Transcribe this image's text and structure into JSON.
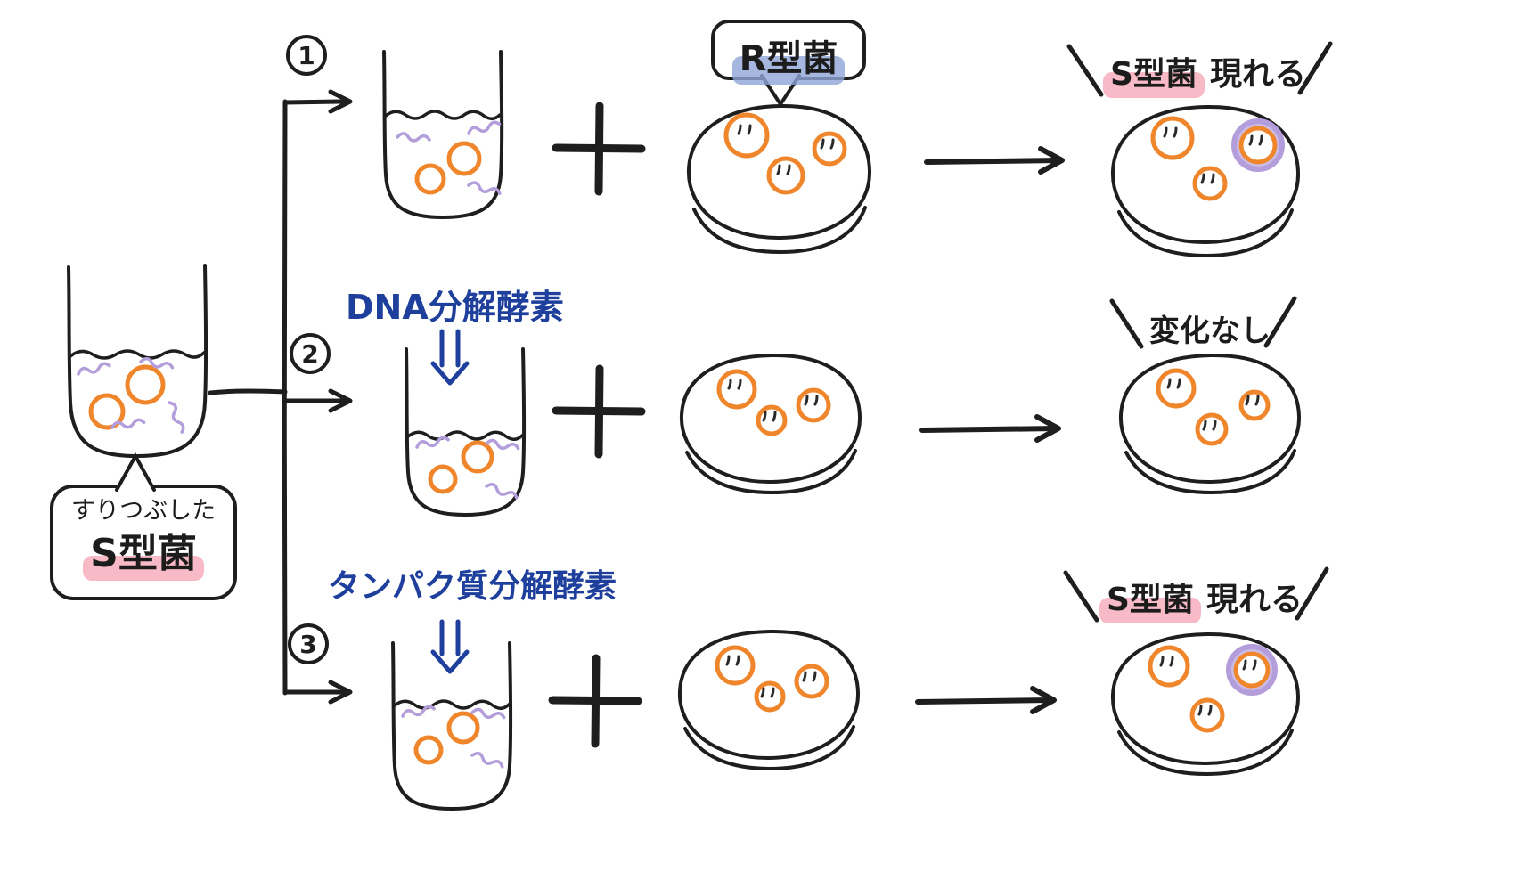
{
  "source_bubble": {
    "line1": "すりつぶした",
    "line2": "S型菌"
  },
  "branch_numbers": [
    "1",
    "2",
    "3"
  ],
  "labels": {
    "plate": "R型菌",
    "dna_enzyme": "DNA分解酵素",
    "protein_enzyme": "タンパク質分解酵素"
  },
  "results": {
    "branch1": {
      "highlight": "S型菌",
      "rest": "現れる"
    },
    "branch2": {
      "text": "変化なし"
    },
    "branch3": {
      "highlight": "S型菌",
      "rest": "現れる"
    }
  },
  "icons": {
    "plus": "plus-icon",
    "arrow_right": "arrow-right-icon",
    "arrow_down_double": "double-down-arrow-icon"
  },
  "colors": {
    "ink": "#1e1e1e",
    "bacteria_orange": "#f0862c",
    "dna_purple": "#b39ddb",
    "enzyme_blue": "#1e3f9c",
    "highlight_pink": "#f6aebc",
    "highlight_blue": "#8fa5d6"
  }
}
